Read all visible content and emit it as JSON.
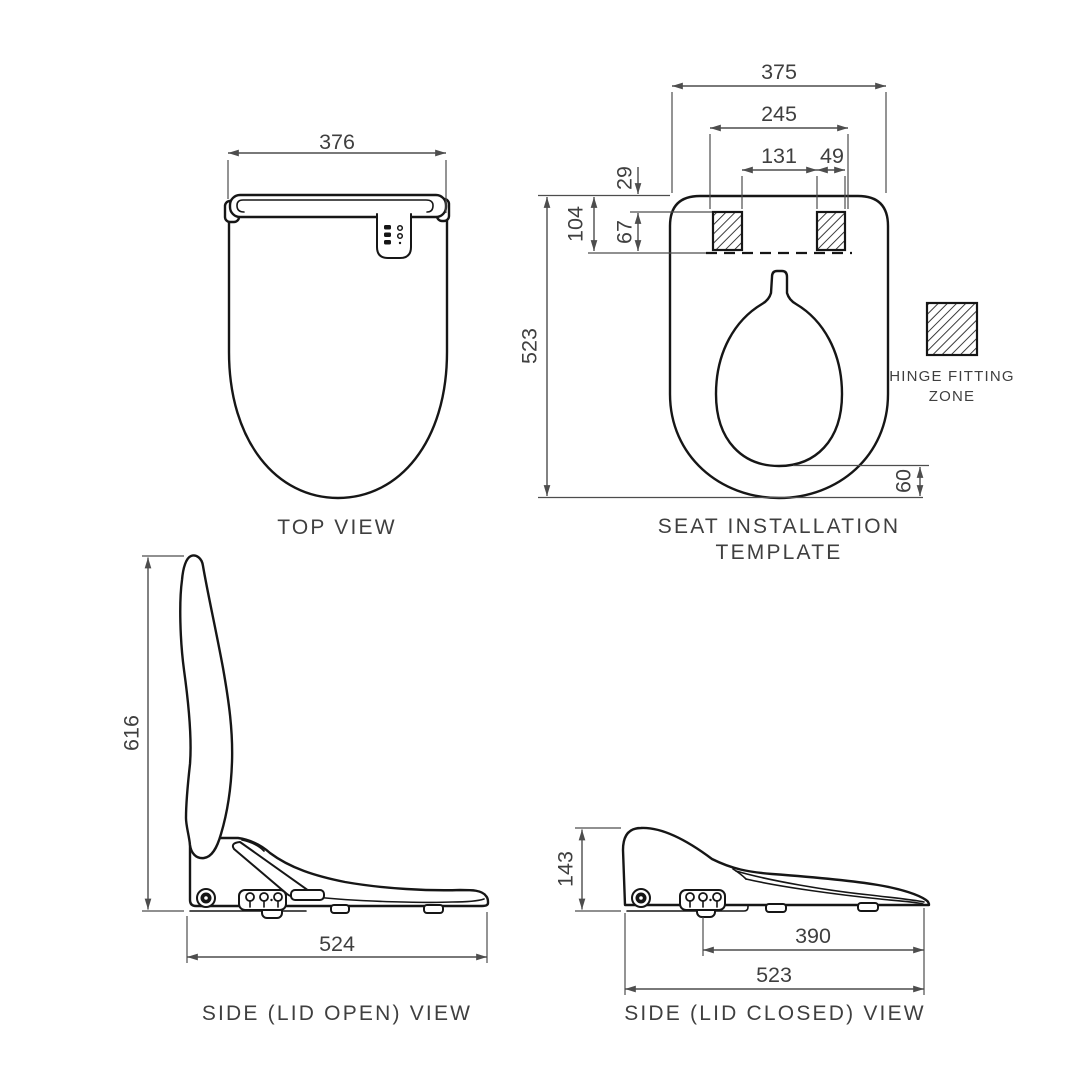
{
  "drawing": {
    "top_view": {
      "title": "TOP VIEW",
      "dim_width": "376"
    },
    "template": {
      "title_line1": "SEAT INSTALLATION",
      "title_line2": "TEMPLATE",
      "dim_overall_width": "375",
      "dim_hinge_span": "245",
      "dim_hinge_gap": "131",
      "dim_hinge_zone_width": "49",
      "dim_edge_to_zone_top": "29",
      "dim_zone_height": "67",
      "dim_edge_to_zone_bottom": "104",
      "dim_overall_length": "523",
      "dim_bowl_to_front": "60"
    },
    "legend": {
      "line1": "HINGE FITTING",
      "line2": "ZONE"
    },
    "side_open": {
      "title": "SIDE (LID OPEN) VIEW",
      "dim_height": "616",
      "dim_depth": "524"
    },
    "side_closed": {
      "title": "SIDE (LID CLOSED) VIEW",
      "dim_height": "143",
      "dim_seat_depth": "390",
      "dim_overall_depth": "523"
    }
  },
  "colors": {
    "background": "#ffffff",
    "outline": "#161616",
    "dimension": "#4d4d4d",
    "text": "#3f3f3f"
  }
}
